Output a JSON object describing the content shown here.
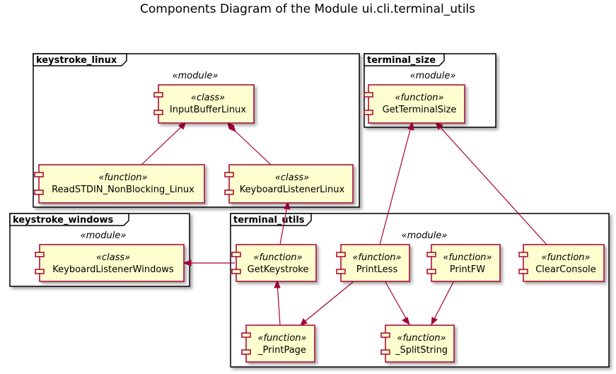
{
  "title": "Components Diagram of the Module ui.cli.terminal_utils",
  "colors": {
    "component_fill": "#FEFECE",
    "component_border": "#A80036",
    "edge": "#A80036",
    "package_border": "#000000"
  },
  "packages": {
    "keystroke_linux": {
      "name": "keystroke_linux",
      "stereotype": "«module»"
    },
    "terminal_size": {
      "name": "terminal_size",
      "stereotype": "«module»"
    },
    "keystroke_windows": {
      "name": "keystroke_windows",
      "stereotype": "«module»"
    },
    "terminal_utils": {
      "name": "terminal_utils",
      "stereotype": "«module»"
    }
  },
  "components": {
    "input_buffer_linux": {
      "stereotype": "«class»",
      "name": "InputBufferLinux"
    },
    "read_stdin": {
      "stereotype": "«function»",
      "name": "ReadSTDIN_NonBlocking_Linux"
    },
    "keyboard_listener_linux": {
      "stereotype": "«class»",
      "name": "KeyboardListenerLinux"
    },
    "get_terminal_size": {
      "stereotype": "«function»",
      "name": "GetTerminalSize"
    },
    "keyboard_listener_windows": {
      "stereotype": "«class»",
      "name": "KeyboardListenerWindows"
    },
    "get_keystroke": {
      "stereotype": "«function»",
      "name": "GetKeystroke"
    },
    "print_less": {
      "stereotype": "«function»",
      "name": "PrintLess"
    },
    "print_fw": {
      "stereotype": "«function»",
      "name": "PrintFW"
    },
    "clear_console": {
      "stereotype": "«function»",
      "name": "ClearConsole"
    },
    "print_page": {
      "stereotype": "«function»",
      "name": "_PrintPage"
    },
    "split_string": {
      "stereotype": "«function»",
      "name": "_SplitString"
    }
  },
  "relations": [
    {
      "from": "ReadSTDIN_NonBlocking_Linux",
      "to": "InputBufferLinux",
      "kind": "dependency"
    },
    {
      "from": "KeyboardListenerLinux",
      "to": "InputBufferLinux",
      "kind": "composition"
    },
    {
      "from": "GetKeystroke",
      "to": "KeyboardListenerLinux",
      "kind": "dependency"
    },
    {
      "from": "GetKeystroke",
      "to": "KeyboardListenerWindows",
      "kind": "dependency"
    },
    {
      "from": "_PrintPage",
      "to": "GetKeystroke",
      "kind": "dependency"
    },
    {
      "from": "PrintLess",
      "to": "GetTerminalSize",
      "kind": "dependency"
    },
    {
      "from": "ClearConsole",
      "to": "GetTerminalSize",
      "kind": "dependency"
    },
    {
      "from": "PrintLess",
      "to": "_PrintPage",
      "kind": "dependency"
    },
    {
      "from": "PrintLess",
      "to": "_SplitString",
      "kind": "dependency"
    },
    {
      "from": "PrintFW",
      "to": "_SplitString",
      "kind": "dependency"
    }
  ]
}
